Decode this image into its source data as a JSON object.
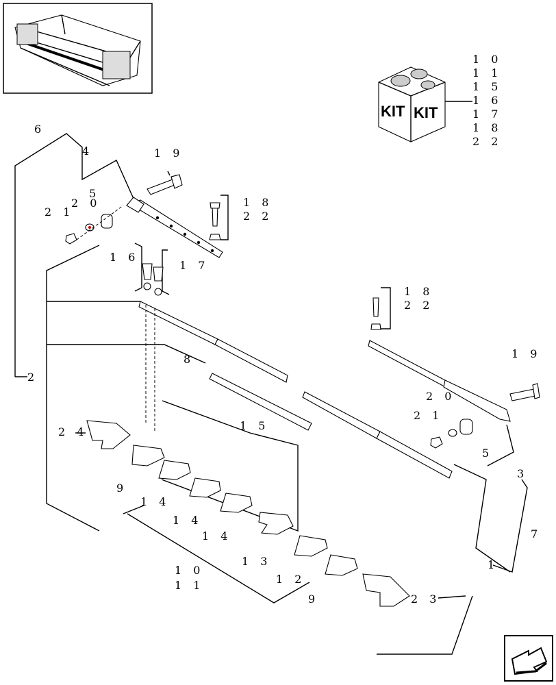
{
  "kit": {
    "label_left": "KIT",
    "label_right": "KIT",
    "parts": [
      "1 0",
      "1 1",
      "1 5",
      "1 6",
      "1 7",
      "1 8",
      "2 2"
    ]
  },
  "callouts": {
    "c6": "6",
    "c4": "4",
    "c19a": "1 9",
    "c5a": "5",
    "c20a": "2 0",
    "c21a": "2 1",
    "c18a": "1 8",
    "c22a": "2 2",
    "c16": "1 6",
    "c17": "1 7",
    "c18b": "1 8",
    "c22b": "2 2",
    "c19b": "1 9",
    "c2": "2",
    "c8": "8",
    "c20b": "2 0",
    "c21b": "2 1",
    "c5b": "5",
    "c3": "3",
    "c7": "7",
    "c24": "2 4",
    "c15": "1 5",
    "c9a": "9",
    "c14a": "1 4",
    "c14b": "1 4",
    "c14c": "1 4",
    "c13": "1 3",
    "c12": "1 2",
    "c1": "1",
    "c10": "1 0",
    "c11": "1 1",
    "c9b": "9",
    "c23": "2 3"
  },
  "icons": [
    "header-thumbnail-image",
    "kit-box-icon",
    "next-page-arrow-icon"
  ]
}
